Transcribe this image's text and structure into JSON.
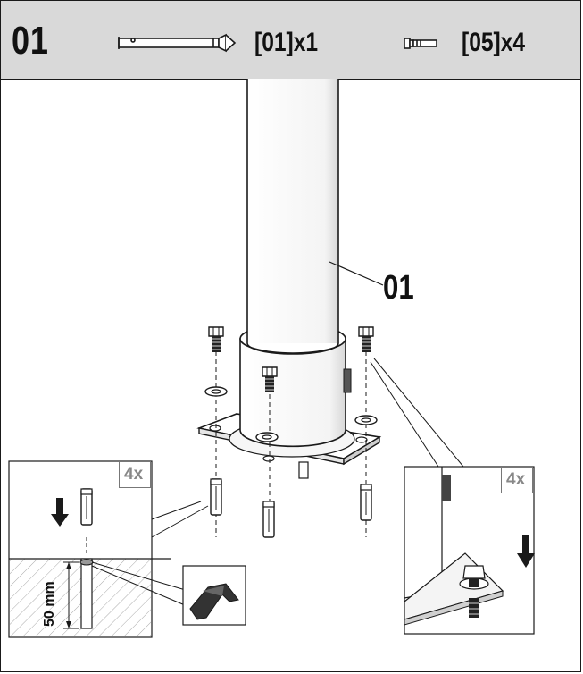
{
  "header": {
    "step_number": "01",
    "parts": [
      {
        "icon": "pole-icon",
        "label": "[01]x1"
      },
      {
        "icon": "anchor-bolt-icon",
        "label": "[05]x4"
      }
    ]
  },
  "diagram": {
    "part_callout": "01",
    "left_detail": {
      "badge": "4x",
      "depth_label": "50 mm"
    },
    "right_detail": {
      "badge": "4x"
    }
  },
  "colors": {
    "header_bg": "#d9d9d9",
    "line": "#1a1a1a",
    "badge_text": "#888888"
  }
}
